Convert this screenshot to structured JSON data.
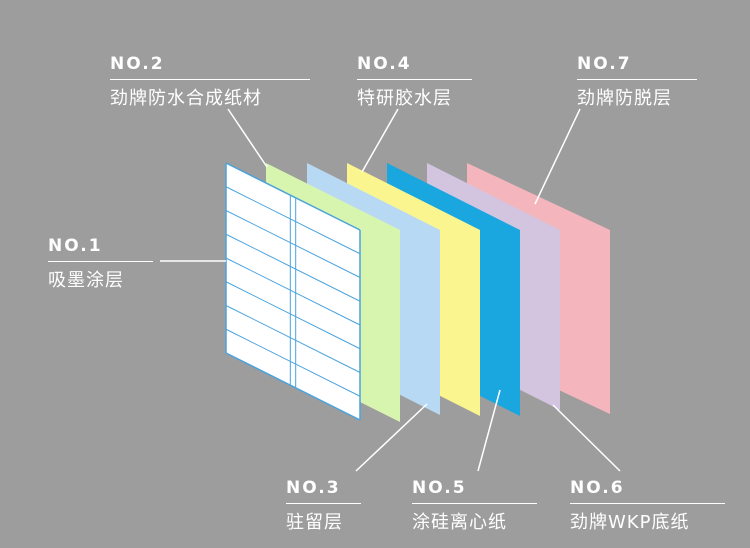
{
  "layers": [
    {
      "id": "no1",
      "number": "NO.1",
      "name": "吸墨涂层",
      "color": "#ffffff"
    },
    {
      "id": "no2",
      "number": "NO.2",
      "name": "劲牌防水合成纸材",
      "color": "#d8f5b0"
    },
    {
      "id": "no3",
      "number": "NO.3",
      "name": "驻留层",
      "color": "#b8d9f3"
    },
    {
      "id": "no4",
      "number": "NO.4",
      "name": "特研胶水层",
      "color": "#fbf590"
    },
    {
      "id": "no5",
      "number": "NO.5",
      "name": "涂硅离心纸",
      "color": "#1aa7e0"
    },
    {
      "id": "no6",
      "number": "NO.6",
      "name": "劲牌WKP底纸",
      "color": "#d3c4df"
    },
    {
      "id": "no7",
      "number": "NO.7",
      "name": "劲牌防脱层",
      "color": "#f4b6bc"
    }
  ],
  "grid_color": "#4aa3dd"
}
